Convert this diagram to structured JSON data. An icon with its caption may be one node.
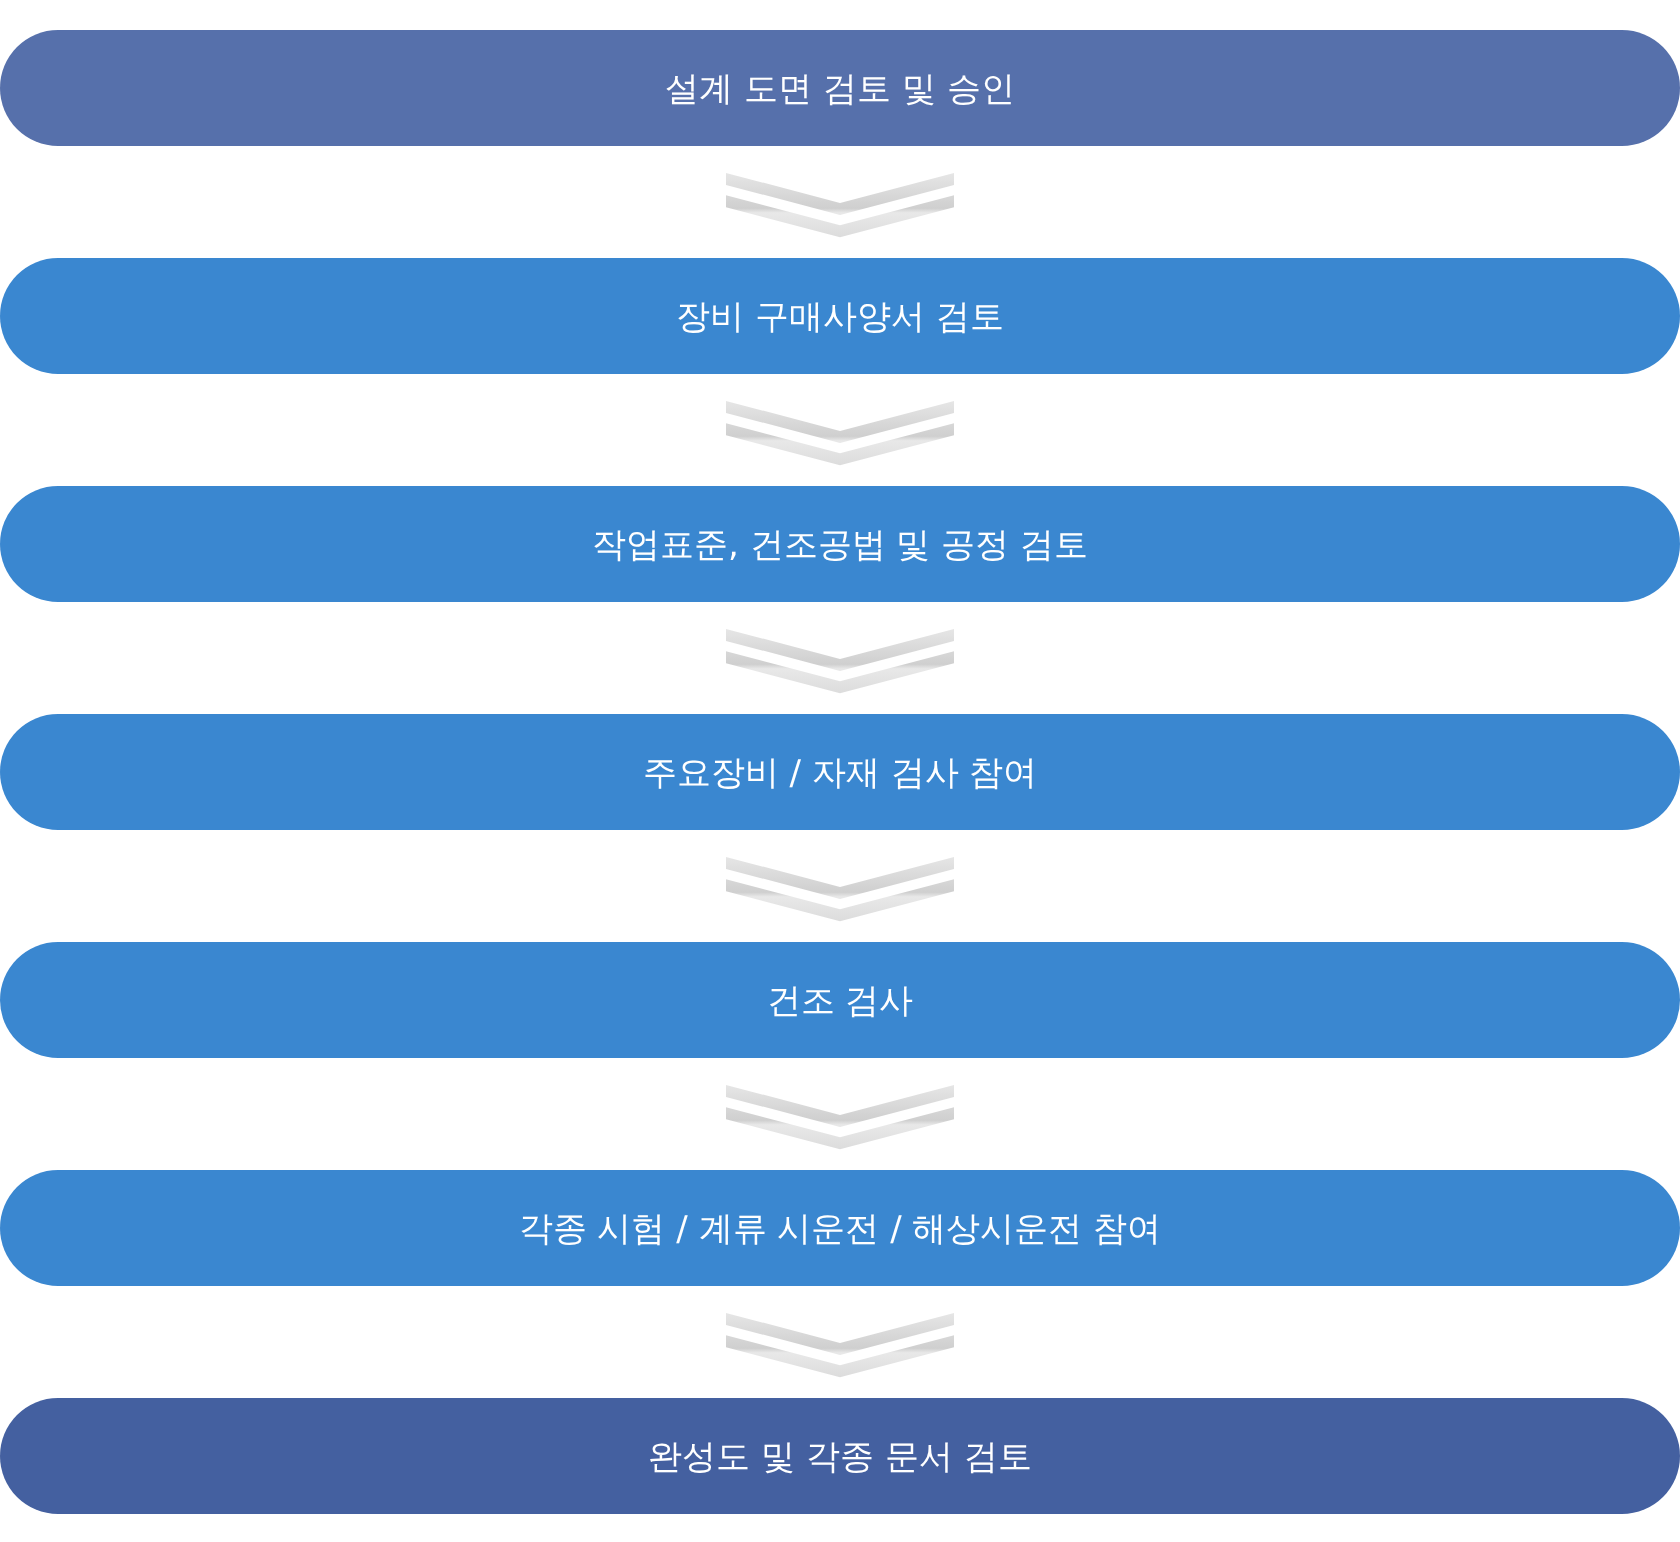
{
  "diagram": {
    "nodes": [
      {
        "text": [
          "설계 도면 검토 및 승인"
        ]
      },
      {
        "text": [
          "장비 구매사양서 검토"
        ]
      },
      {
        "text": [
          "작업표준, 건조공법 및 공정 검토"
        ]
      },
      {
        "text": [
          "주요장비 / 자재 검사 참여"
        ]
      },
      {
        "text": [
          "건조 검사"
        ]
      },
      {
        "text": [
          "각종 시험 / 계류 시운전 / 해상시운전 참여"
        ]
      },
      {
        "text": [
          "완성도 및 각종 문서 검토"
        ]
      }
    ],
    "edges": [
      {
        "from": 0,
        "to": 1,
        "arrow": "to"
      },
      {
        "from": 1,
        "to": 2,
        "arrow": "to"
      },
      {
        "from": 2,
        "to": 3,
        "arrow": "to"
      },
      {
        "from": 3,
        "to": 4,
        "arrow": "to"
      },
      {
        "from": 4,
        "to": 5,
        "arrow": "to"
      },
      {
        "from": 5,
        "to": 6,
        "arrow": "to"
      }
    ]
  }
}
